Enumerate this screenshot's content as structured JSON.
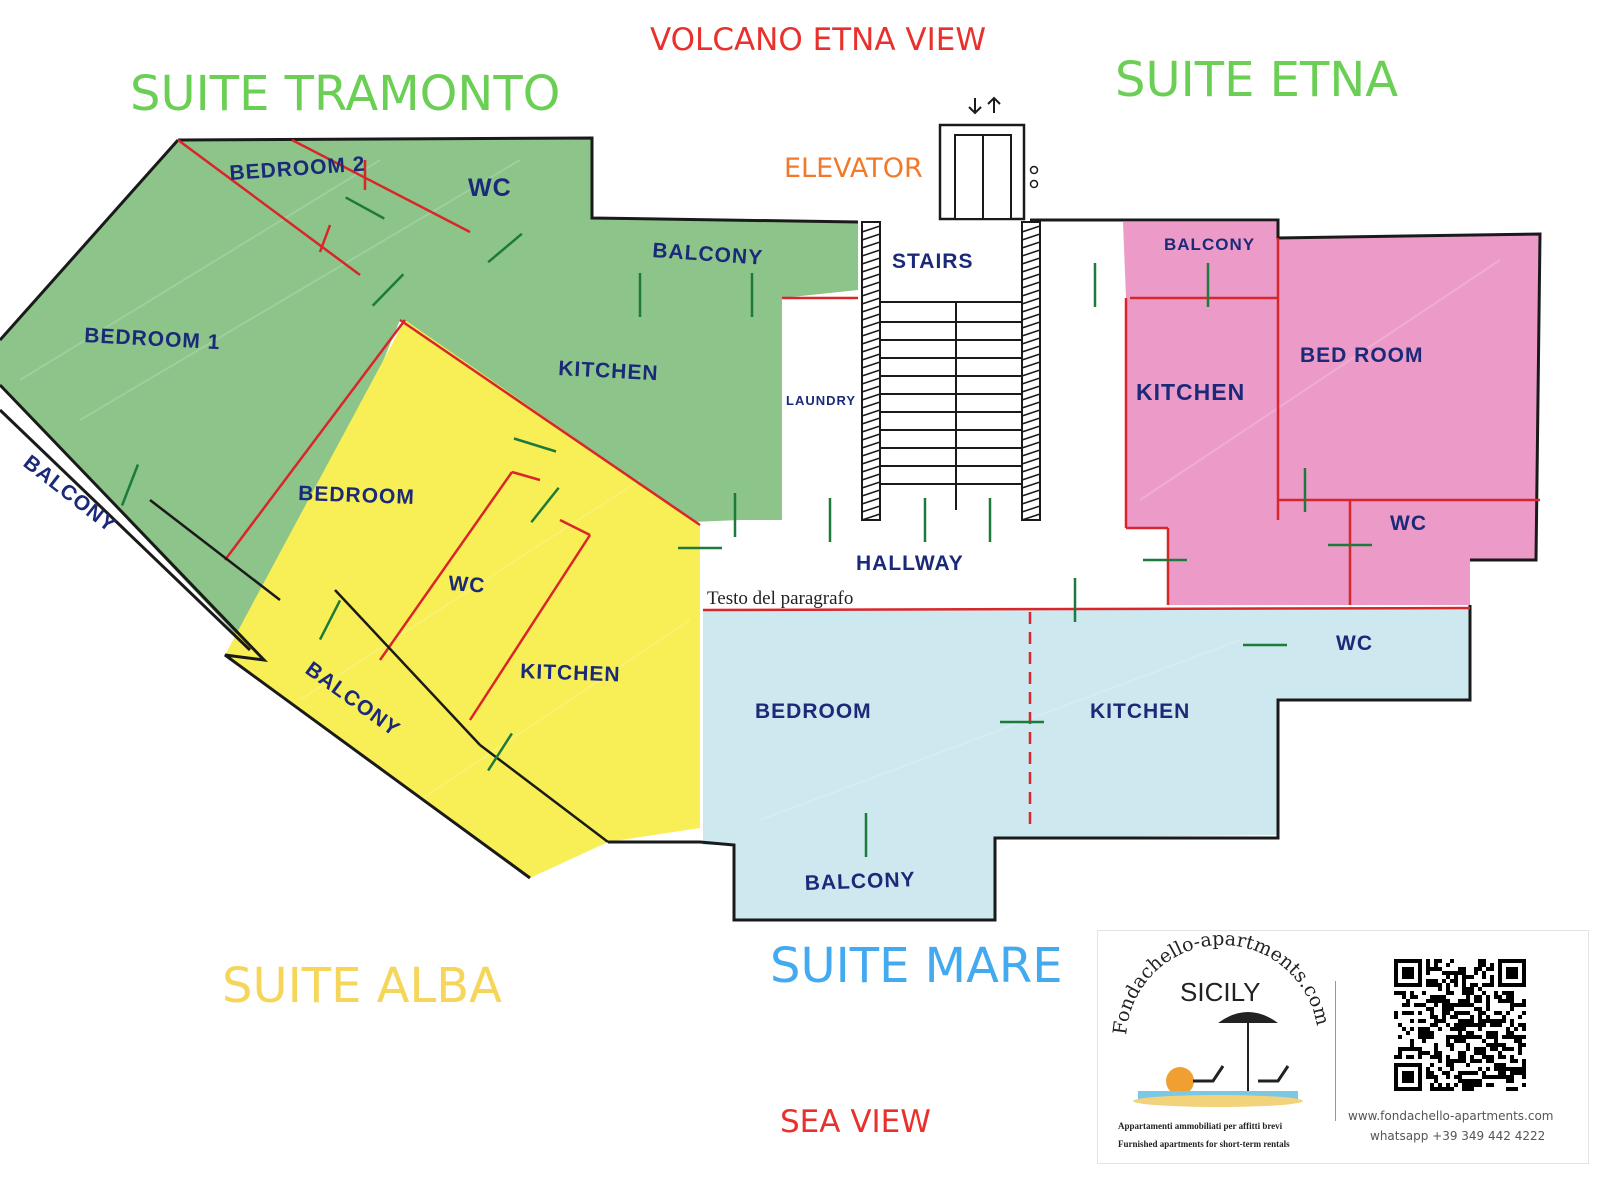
{
  "views": {
    "top": "VOLCANO ETNA VIEW",
    "bottom": "SEA VIEW"
  },
  "suites": {
    "tramonto": {
      "name": "SUITE TRAMONTO",
      "color": "#6ccf55"
    },
    "etna": {
      "name": "SUITE ETNA",
      "color": "#6ccf55"
    },
    "alba": {
      "name": "SUITE ALBA",
      "color": "#f5d65a"
    },
    "mare": {
      "name": "SUITE MARE",
      "color": "#43aaf0"
    }
  },
  "fill_colors": {
    "tramonto": "#8cc48a",
    "alba": "#f7ef55",
    "etna": "#ec9bc9",
    "mare": "#cde8ef"
  },
  "common": {
    "elevator": "ELEVATOR",
    "stairs": "STAIRS",
    "laundry": "LAUNDRY",
    "hallway": "HALLWAY"
  },
  "rooms": {
    "tramonto_bedroom2": "BEDROOM 2",
    "tramonto_wc": "WC",
    "tramonto_balcony_top": "BALCONY",
    "tramonto_bedroom1": "BEDROOM 1",
    "tramonto_kitchen": "KITCHEN",
    "tramonto_balcony_left": "BALCONY",
    "alba_bedroom": "BEDROOM",
    "alba_wc": "WC",
    "alba_kitchen": "KITCHEN",
    "alba_balcony": "BALCONY",
    "etna_balcony": "BALCONY",
    "etna_bedroom": "BED ROOM",
    "etna_kitchen": "KITCHEN",
    "etna_wc": "WC",
    "mare_wc": "WC",
    "mare_bedroom": "BEDROOM",
    "mare_kitchen": "KITCHEN",
    "mare_balcony": "BALCONY"
  },
  "paragraph_placeholder": "Testo del paragrafo",
  "logo": {
    "brand": "Fondachello-apartments.com",
    "region": "SICILY",
    "tagline_it": "Appartamenti ammobiliati per affitti brevi",
    "tagline_en": "Furnished apartments for short-term rentals",
    "website": "www.fondachello-apartments.com",
    "whatsapp": "whatsapp +39 349 442 4222"
  }
}
